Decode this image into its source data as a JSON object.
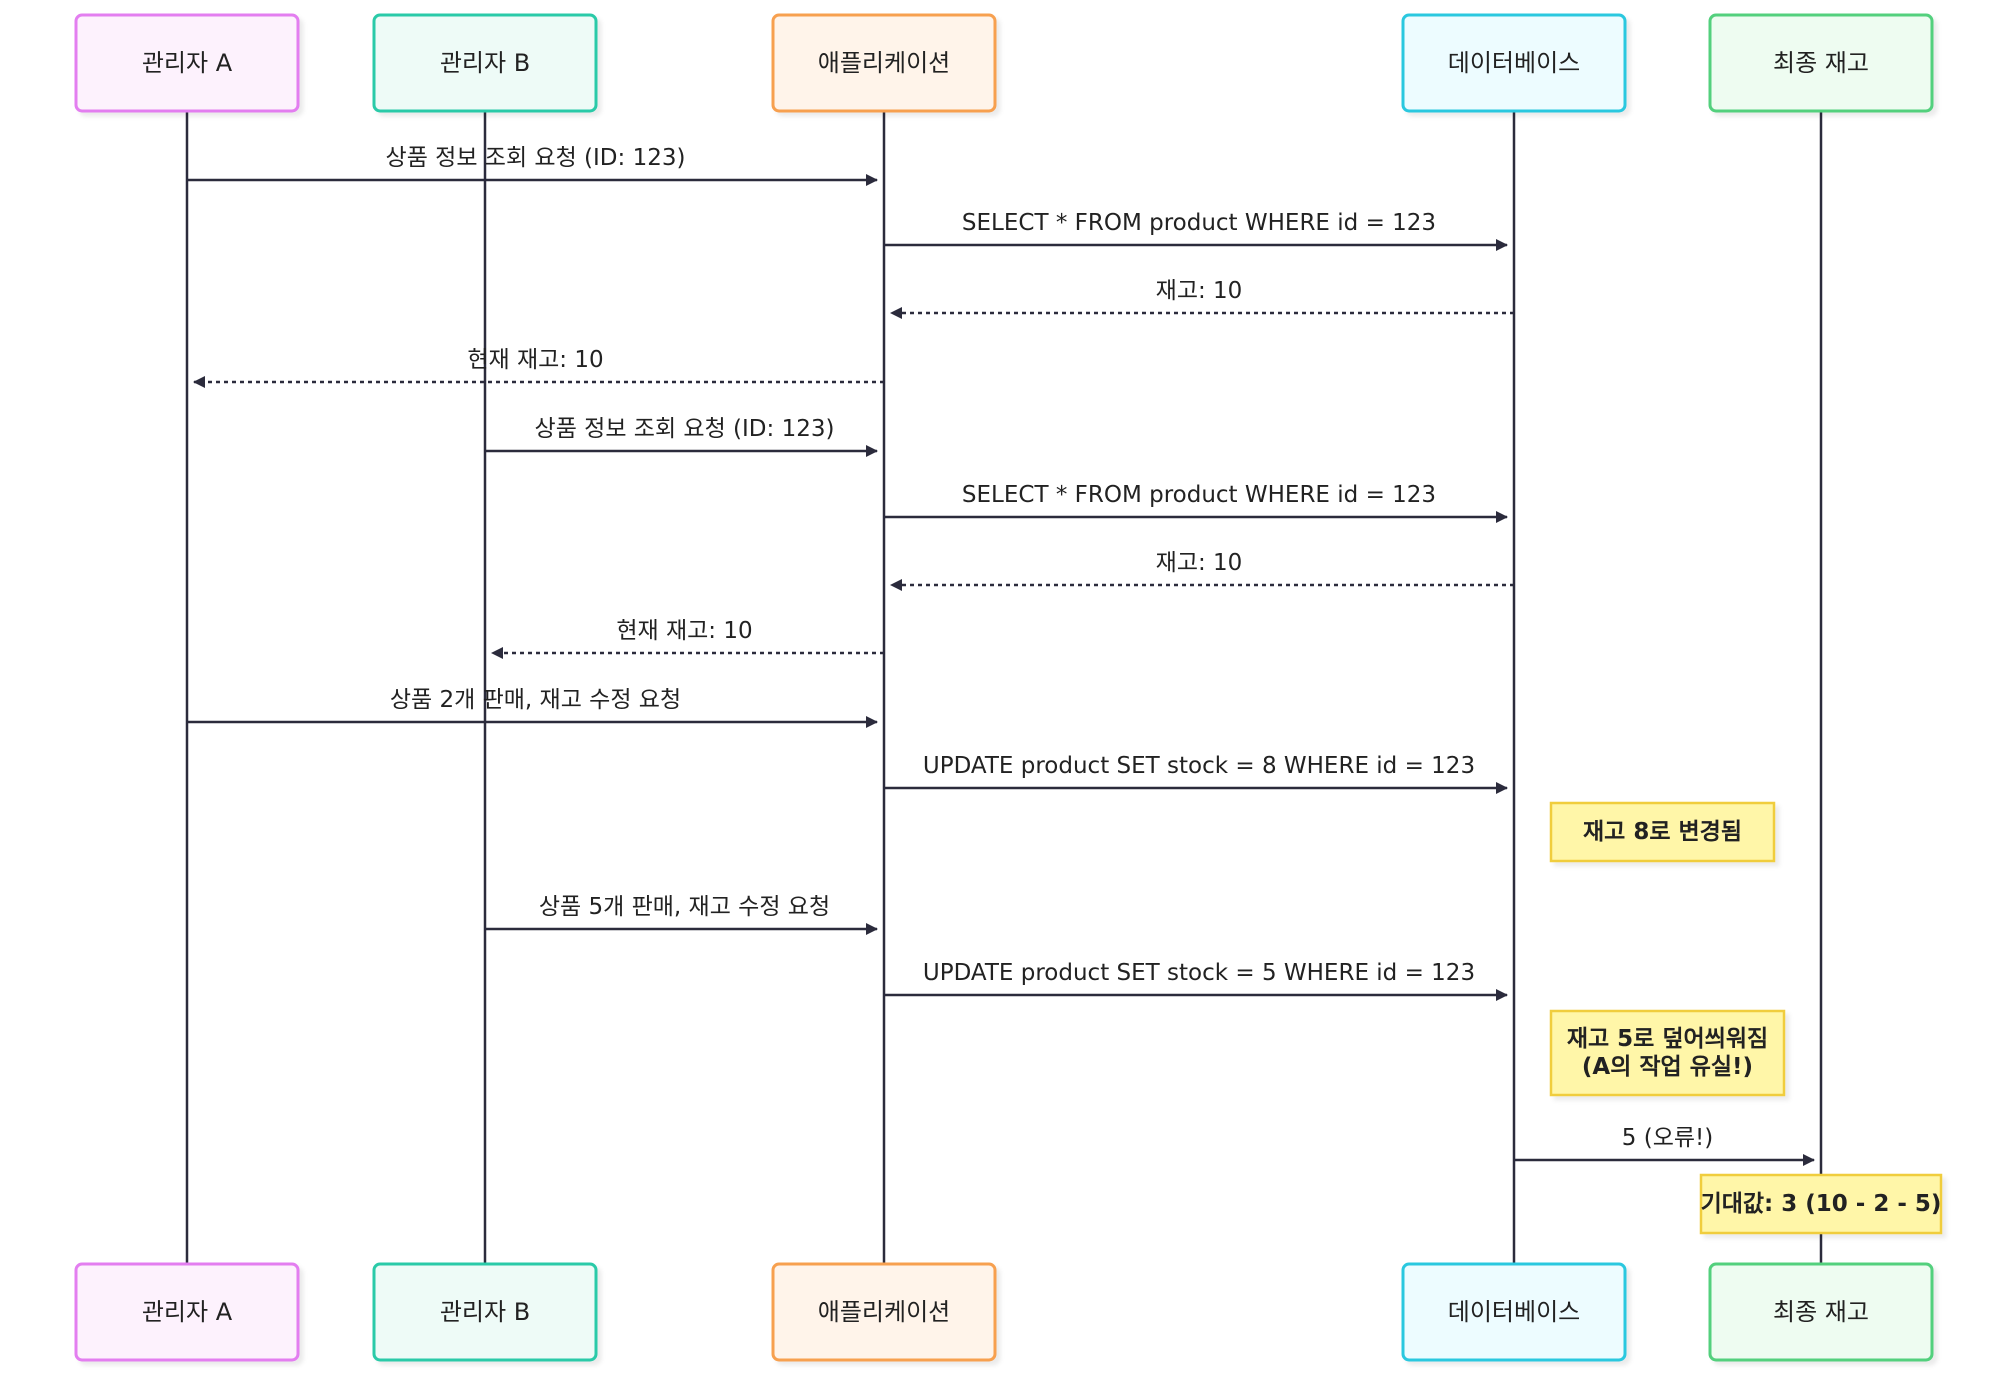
{
  "participants": [
    {
      "id": "adminA",
      "label": "관리자 A",
      "fill": "#fdf2fd",
      "stroke": "#e37ef0"
    },
    {
      "id": "adminB",
      "label": "관리자 B",
      "fill": "#eefbf7",
      "stroke": "#2ccaa8"
    },
    {
      "id": "app",
      "label": "애플리케이션",
      "fill": "#fff4ea",
      "stroke": "#f7a050"
    },
    {
      "id": "db",
      "label": "데이터베이스",
      "fill": "#edfcff",
      "stroke": "#2bc8df"
    },
    {
      "id": "final",
      "label": "최종 재고",
      "fill": "#eefcf1",
      "stroke": "#52d07d"
    }
  ],
  "messages": [
    {
      "from": "adminA",
      "to": "app",
      "label": "상품 정보 조회 요청 (ID: 123)",
      "style": "solid"
    },
    {
      "from": "app",
      "to": "db",
      "label": "SELECT * FROM product WHERE id = 123",
      "style": "solid"
    },
    {
      "from": "db",
      "to": "app",
      "label": "재고: 10",
      "style": "dotted"
    },
    {
      "from": "app",
      "to": "adminA",
      "label": "현재 재고: 10",
      "style": "dotted"
    },
    {
      "from": "adminB",
      "to": "app",
      "label": "상품 정보 조회 요청 (ID: 123)",
      "style": "solid"
    },
    {
      "from": "app",
      "to": "db",
      "label": "SELECT * FROM product WHERE id = 123",
      "style": "solid"
    },
    {
      "from": "db",
      "to": "app",
      "label": "재고: 10",
      "style": "dotted"
    },
    {
      "from": "app",
      "to": "adminB",
      "label": "현재 재고: 10",
      "style": "dotted"
    },
    {
      "from": "adminA",
      "to": "app",
      "label": "상품 2개 판매, 재고 수정 요청",
      "style": "solid"
    },
    {
      "from": "app",
      "to": "db",
      "label": "UPDATE product SET stock = 8 WHERE id = 123",
      "style": "solid"
    },
    {
      "from": "adminB",
      "to": "app",
      "label": "상품 5개 판매, 재고 수정 요청",
      "style": "solid"
    },
    {
      "from": "app",
      "to": "db",
      "label": "UPDATE product SET stock = 5 WHERE id = 123",
      "style": "solid"
    },
    {
      "from": "db",
      "to": "final",
      "label": "5 (오류!)",
      "style": "solid"
    }
  ],
  "notes": [
    {
      "over": "db",
      "lines": [
        "재고 8로 변경됨"
      ]
    },
    {
      "over": "db",
      "lines": [
        "재고 5로 덮어씌워짐",
        "(A의 작업 유실!)"
      ]
    },
    {
      "over": "final",
      "lines": [
        "기대값: 3 (10 - 2 - 5)"
      ]
    }
  ],
  "colors": {
    "line": "#2b2b3c",
    "note_fill": "#fff6a8",
    "note_stroke": "#f0cd3c"
  }
}
